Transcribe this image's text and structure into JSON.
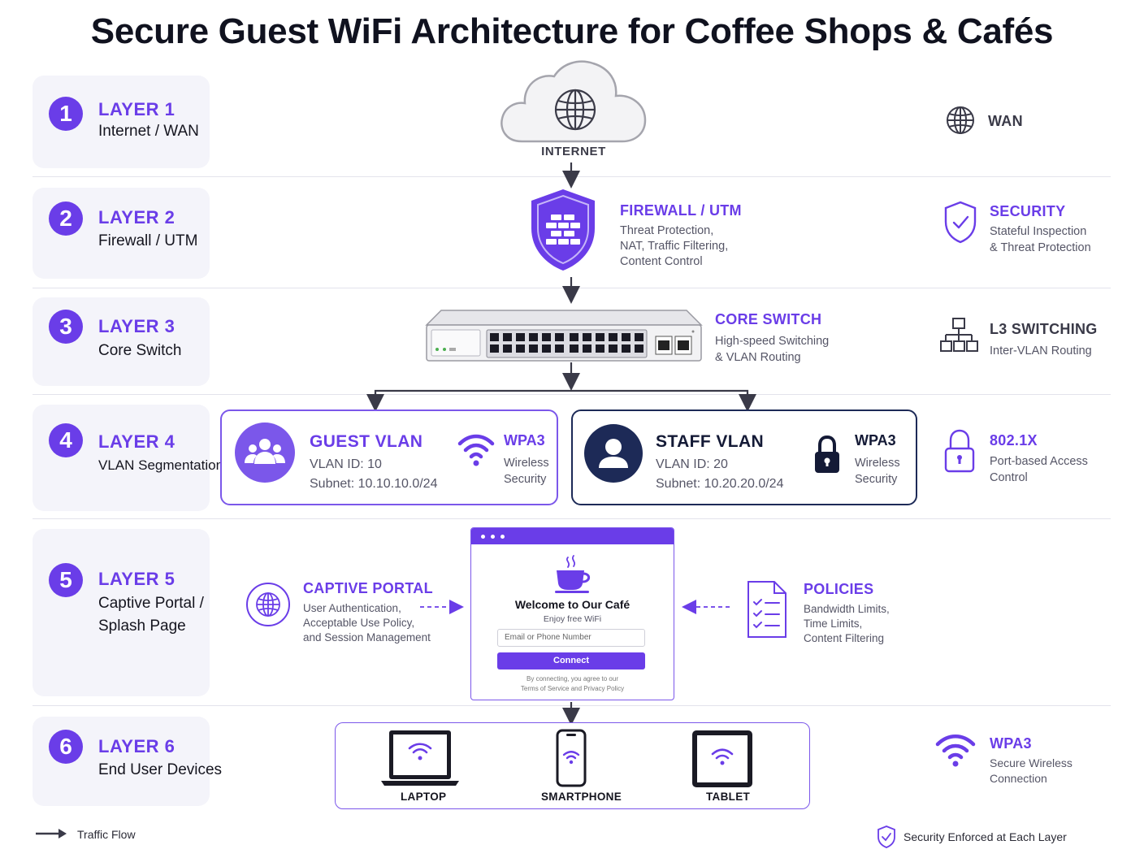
{
  "title": "Secure Guest WiFi Architecture for Coffee Shops & Cafés",
  "layers": [
    {
      "num": "1",
      "tag": "LAYER 1",
      "name": "Internet / WAN"
    },
    {
      "num": "2",
      "tag": "LAYER 2",
      "name": "Firewall / UTM"
    },
    {
      "num": "3",
      "tag": "LAYER 3",
      "name": "Core Switch"
    },
    {
      "num": "4",
      "tag": "LAYER 4",
      "name": "VLAN Segmentation"
    },
    {
      "num": "5",
      "tag": "LAYER 5",
      "name_line1": "Captive Portal /",
      "name_line2": "Splash Page"
    },
    {
      "num": "6",
      "tag": "LAYER 6",
      "name": "End User Devices"
    }
  ],
  "internet": {
    "label": "INTERNET",
    "icon": "cloud-globe-icon"
  },
  "firewall": {
    "heading": "FIREWALL / UTM",
    "lines": [
      "Threat Protection,",
      "NAT, Traffic Filtering,",
      "Content Control"
    ],
    "icon": "shield-brick-icon"
  },
  "core_switch": {
    "heading": "CORE SWITCH",
    "lines": [
      "High-speed Switching",
      "& VLAN Routing"
    ],
    "icon": "network-switch-icon"
  },
  "guest_vlan": {
    "heading": "GUEST VLAN",
    "vlan_id": "VLAN ID: 10",
    "subnet": "Subnet: 10.10.10.0/24",
    "security_heading": "WPA3",
    "security_lines": [
      "Wireless",
      "Security"
    ],
    "icon": "users-icon"
  },
  "staff_vlan": {
    "heading": "STAFF VLAN",
    "vlan_id": "VLAN ID: 20",
    "subnet": "Subnet: 10.20.20.0/24",
    "security_heading": "WPA3",
    "security_lines": [
      "Wireless",
      "Security"
    ],
    "icon": "user-icon"
  },
  "captive_portal": {
    "heading": "CAPTIVE PORTAL",
    "lines": [
      "User Authentication,",
      "Acceptable Use Policy,",
      "and Session Management"
    ],
    "icon": "globe-icon"
  },
  "policies": {
    "heading": "POLICIES",
    "lines": [
      "Bandwidth Limits,",
      "Time Limits,",
      "Content Filtering"
    ],
    "icon": "checklist-icon"
  },
  "portal_window": {
    "title": "Welcome to Our Café",
    "subtitle": "Enjoy free WiFi",
    "input_placeholder": "Email or Phone Number",
    "button": "Connect",
    "fine_line1": "By connecting, you agree to our",
    "fine_line2": "Terms of Service and Privacy Policy",
    "icon": "coffee-cup-icon"
  },
  "devices": [
    {
      "label": "LAPTOP",
      "icon": "laptop-icon"
    },
    {
      "label": "SMARTPHONE",
      "icon": "smartphone-icon"
    },
    {
      "label": "TABLET",
      "icon": "tablet-icon"
    }
  ],
  "sidebar": [
    {
      "heading": "WAN",
      "lines": [],
      "icon": "globe-icon"
    },
    {
      "heading": "SECURITY",
      "lines": [
        "Stateful Inspection",
        "& Threat Protection"
      ],
      "icon": "shield-check-icon"
    },
    {
      "heading": "L3 SWITCHING",
      "lines": [
        "Inter-VLAN Routing"
      ],
      "icon": "hierarchy-icon"
    },
    {
      "heading": "802.1X",
      "lines": [
        "Port-based Access",
        "Control"
      ],
      "icon": "lock-icon"
    },
    {
      "heading": "WPA3",
      "lines": [
        "Secure Wireless",
        "Connection"
      ],
      "icon": "wifi-icon"
    }
  ],
  "legend": {
    "traffic_flow": "Traffic Flow",
    "security_note": "Security Enforced at Each Layer"
  },
  "colors": {
    "accent": "#6a3de8",
    "navy": "#1d2a57",
    "card_bg": "#f4f4fa",
    "divider": "#e3e3ec"
  }
}
